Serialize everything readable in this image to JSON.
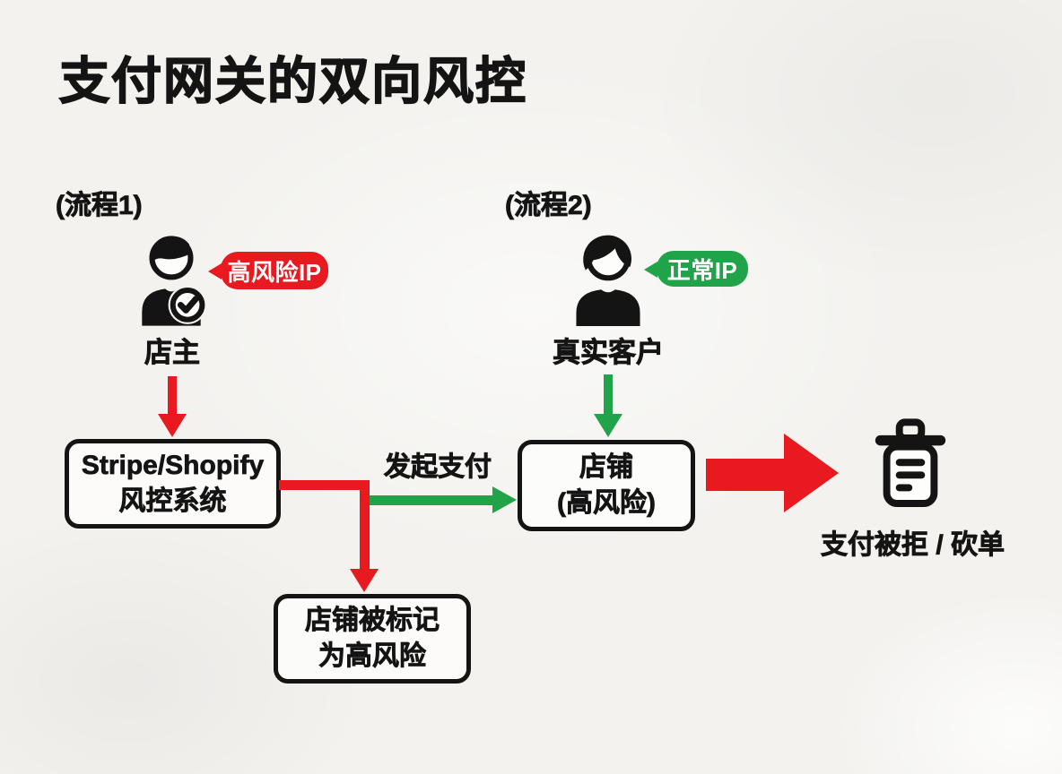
{
  "page": {
    "title": "支付网关的双向风控"
  },
  "palette": {
    "red": "#e8191f",
    "green": "#21a34a",
    "ink": "#141414",
    "paper": "#f3f2ef"
  },
  "flow1": {
    "heading": "(流程1)",
    "actor": {
      "label": "店主",
      "icon": "shop-owner-user-icon",
      "badge_text": "高风险IP",
      "badge_color": "#e8191f"
    },
    "risk_box": {
      "line1": "Stripe/Shopify",
      "line2": "风控系统"
    },
    "flag_box": {
      "line1": "店铺被标记",
      "line2": "为高风险"
    }
  },
  "flow2": {
    "heading": "(流程2)",
    "actor": {
      "label": "真实客户",
      "icon": "customer-user-icon",
      "badge_text": "正常IP",
      "badge_color": "#21a34a"
    },
    "shop_box": {
      "line1": "店铺",
      "line2": "(高风险)"
    },
    "outcome": {
      "label": "支付被拒 / 砍单",
      "icon": "trash-icon"
    }
  },
  "labels": {
    "initiate_payment": "发起支付"
  }
}
